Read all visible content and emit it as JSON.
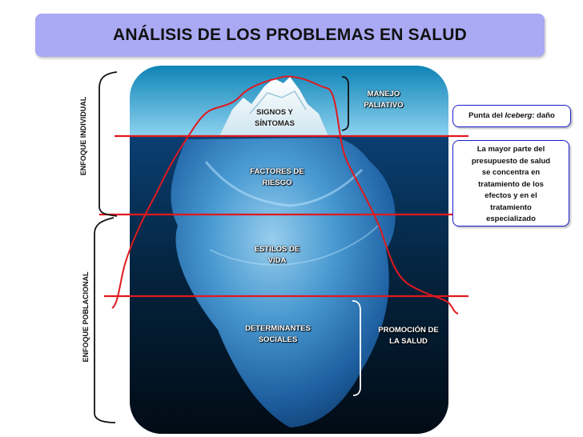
{
  "title": "ANÁLISIS DE LOS PROBLEMAS EN SALUD",
  "levels": {
    "signos": [
      "SIGNOS Y",
      "SÍNTOMAS"
    ],
    "factores": [
      "FACTORES DE",
      "RIESGO"
    ],
    "estilos": [
      "ESTILOS DE",
      "VIDA"
    ],
    "determinantes": [
      "DETERMINANTES",
      "SOCIALES"
    ]
  },
  "side_labels": {
    "manejo": [
      "MANEJO",
      "PALIATIVO"
    ],
    "promocion": [
      "PROMOCIÓN DE",
      "LA SALUD"
    ]
  },
  "vertical_labels": {
    "individual": "ENFOQUE INDIVIDUAL",
    "poblacional": "ENFOQUE POBLACIONAL"
  },
  "callouts": {
    "punta_prefix": "Punta del ",
    "punta_em": "Iceberg",
    "punta_suffix": ": daño",
    "presupuesto": [
      "La mayor parte del",
      "presupuesto de salud",
      "se concentra en",
      "tratamiento de los",
      "efectos y en el",
      "tratamiento",
      "especializado"
    ]
  },
  "colors": {
    "title_bg": "#a9a9f4",
    "annotation_red": "#e0191f",
    "callout_border": "#1b1bd0"
  }
}
